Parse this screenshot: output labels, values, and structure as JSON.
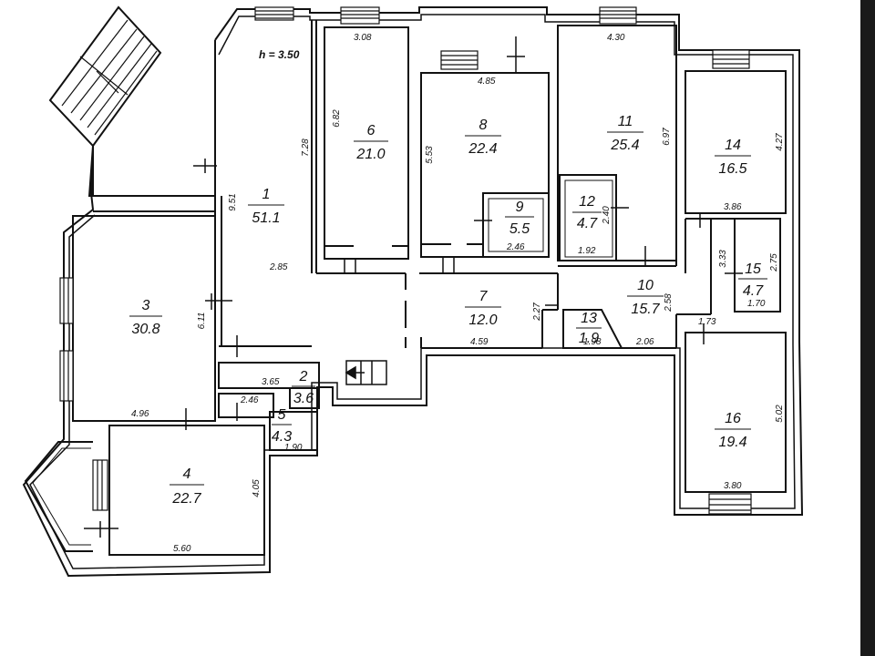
{
  "plan": {
    "ceiling_height": "h = 3.50",
    "rooms": [
      {
        "number": "1",
        "area": "51.1"
      },
      {
        "number": "2",
        "area": "3.6"
      },
      {
        "number": "3",
        "area": "30.8"
      },
      {
        "number": "4",
        "area": "22.7"
      },
      {
        "number": "5",
        "area": "4.3"
      },
      {
        "number": "6",
        "area": "21.0"
      },
      {
        "number": "7",
        "area": "12.0"
      },
      {
        "number": "8",
        "area": "22.4"
      },
      {
        "number": "9",
        "area": "5.5"
      },
      {
        "number": "10",
        "area": "15.7"
      },
      {
        "number": "11",
        "area": "25.4"
      },
      {
        "number": "12",
        "area": "4.7"
      },
      {
        "number": "13",
        "area": "1.9"
      },
      {
        "number": "14",
        "area": "16.5"
      },
      {
        "number": "15",
        "area": "4.7"
      },
      {
        "number": "16",
        "area": "19.4"
      }
    ],
    "dimensions": {
      "r1_w": "2.85",
      "r1_h1": "9.51",
      "r1_h2": "7.28",
      "r2_w": "3.65",
      "r3_w": "4.96",
      "r3_h": "6.11",
      "r4_w": "5.60",
      "r4_h": "4.05",
      "r5_w1": "2.46",
      "r5_w2": "1.90",
      "r6_w": "3.08",
      "r6_h": "6.82",
      "r7_w": "4.59",
      "r7_h": "2.27",
      "r8_w": "4.85",
      "r8_h": "5.53",
      "r9_w": "2.46",
      "r10_w": "2.06",
      "r10_h": "2.58",
      "r11_w": "4.30",
      "r11_h": "6.97",
      "r12_w": "1.92",
      "r12_h": "2.40",
      "r13_w": "1.98",
      "r14_w": "3.86",
      "r14_h": "4.27",
      "r15_w": "1.70",
      "r15_h1": "3.33",
      "r15_h2": "2.75",
      "r16_w1": "1.73",
      "r16_w": "3.80",
      "r16_h": "5.02"
    }
  }
}
